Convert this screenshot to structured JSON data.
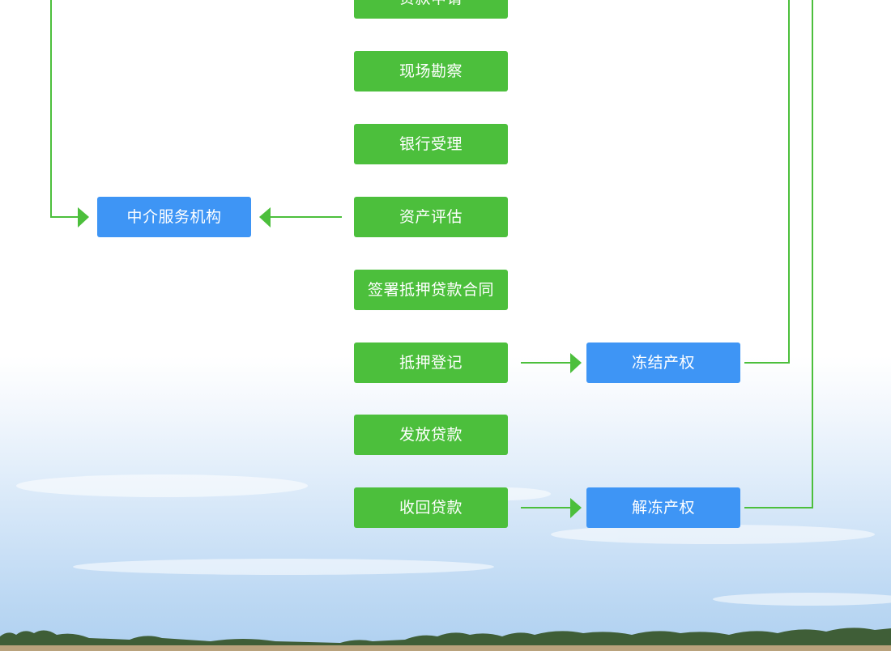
{
  "colors": {
    "green": "#4cbf3c",
    "blue": "#3e95f5",
    "connector": "#4cbf3c"
  },
  "steps": [
    {
      "label": "贷款申请"
    },
    {
      "label": "现场勘察"
    },
    {
      "label": "银行受理"
    },
    {
      "label": "资产评估"
    },
    {
      "label": "签署抵押贷款合同"
    },
    {
      "label": "抵押登记"
    },
    {
      "label": "发放贷款"
    },
    {
      "label": "收回贷款"
    }
  ],
  "side_nodes": {
    "agency": "中介服务机构",
    "freeze": "冻结产权",
    "unfreeze": "解冻产权"
  }
}
